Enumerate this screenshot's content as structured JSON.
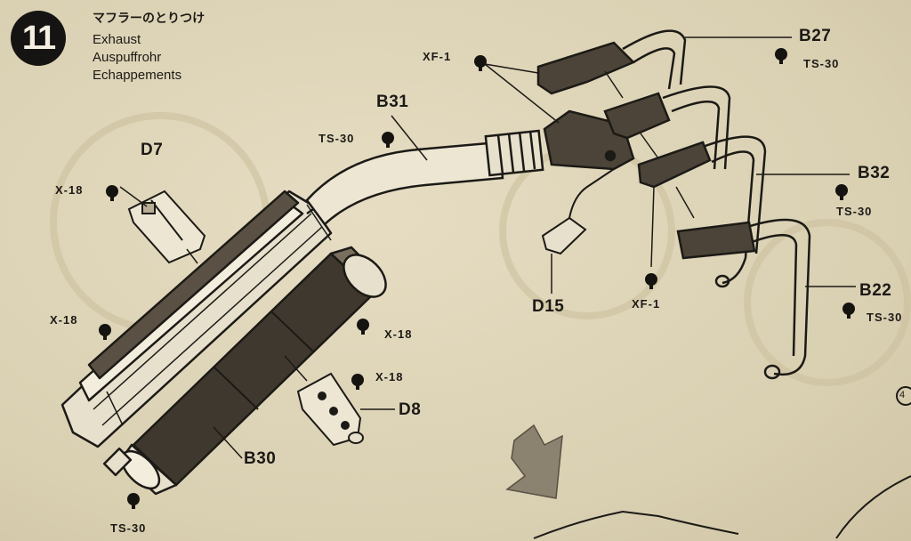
{
  "step": {
    "number": "11",
    "title_jp": "マフラーのとりつけ",
    "title_en": "Exhaust",
    "title_de": "Auspuffrohr",
    "title_fr": "Echappements"
  },
  "parts": {
    "b27": "B27",
    "b31": "B31",
    "b32": "B32",
    "b22": "B22",
    "b30": "B30",
    "d7": "D7",
    "d8": "D8",
    "d15": "D15"
  },
  "paints": {
    "xf1_top": "XF-1",
    "xf1_bottom": "XF-1",
    "ts30_b27": "TS-30",
    "ts30_b31": "TS-30",
    "ts30_b32": "TS-30",
    "ts30_b22": "TS-30",
    "ts30_bottom": "TS-30",
    "x18_d7": "X-18",
    "x18_left": "X-18",
    "x18_mid": "X-18",
    "x18_d8": "X-18"
  },
  "corner_mark": "4",
  "colors": {
    "paper": "#ddd3b6",
    "ink": "#1c1a16",
    "dark_part": "#4c4438",
    "light_part": "#e8e2d0"
  }
}
